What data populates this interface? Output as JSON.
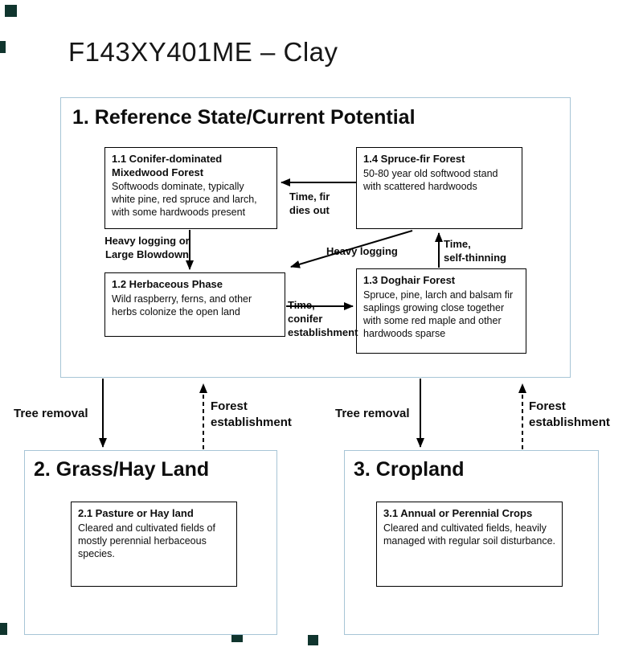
{
  "slide": {
    "title": "F143XY401ME – Clay"
  },
  "reference": {
    "heading": "1. Reference State/Current Potential",
    "box_1_1": {
      "title": "1.1 Conifer-dominated Mixedwood Forest",
      "body": "Softwoods dominate, typically white pine, red spruce and larch, with some hardwoods present"
    },
    "box_1_4": {
      "title": "1.4 Spruce-fir Forest",
      "body": "50-80 year old softwood stand with scattered hardwoods"
    },
    "box_1_2": {
      "title": "1.2 Herbaceous Phase",
      "body": "Wild raspberry, ferns, and other herbs colonize the open land"
    },
    "box_1_3": {
      "title": "1.3 Doghair Forest",
      "body": "Spruce, pine, larch and balsam fir saplings growing close together with some red maple and other hardwoods sparse"
    },
    "labels": {
      "time_fir_dies_out": "Time, fir\ndies out",
      "heavy_logging_or_blowdown": "Heavy logging or\nLarge Blowdown",
      "heavy_logging": "Heavy logging",
      "time_self_thinning": "Time,\nself-thinning",
      "time_conifer_establishment": "Time,\nconifer\nestablishment"
    }
  },
  "transitions": {
    "tree_removal_left": "Tree removal",
    "forest_establishment_left": "Forest\nestablishment",
    "tree_removal_right": "Tree removal",
    "forest_establishment_right": "Forest\nestablishment"
  },
  "grass_hay": {
    "heading": "2. Grass/Hay Land",
    "box_2_1": {
      "title": "2.1 Pasture or Hay land",
      "body": "Cleared and cultivated fields of mostly perennial herbaceous species."
    }
  },
  "cropland": {
    "heading": "3. Cropland",
    "box_3_1": {
      "title": "3.1 Annual or Perennial Crops",
      "body": "Cleared and cultivated fields, heavily managed with regular soil disturbance."
    }
  },
  "colors": {
    "container_border": "#a7c5d6",
    "node_border": "#000000",
    "arrow": "#000000",
    "marker_square": "#10352e"
  }
}
